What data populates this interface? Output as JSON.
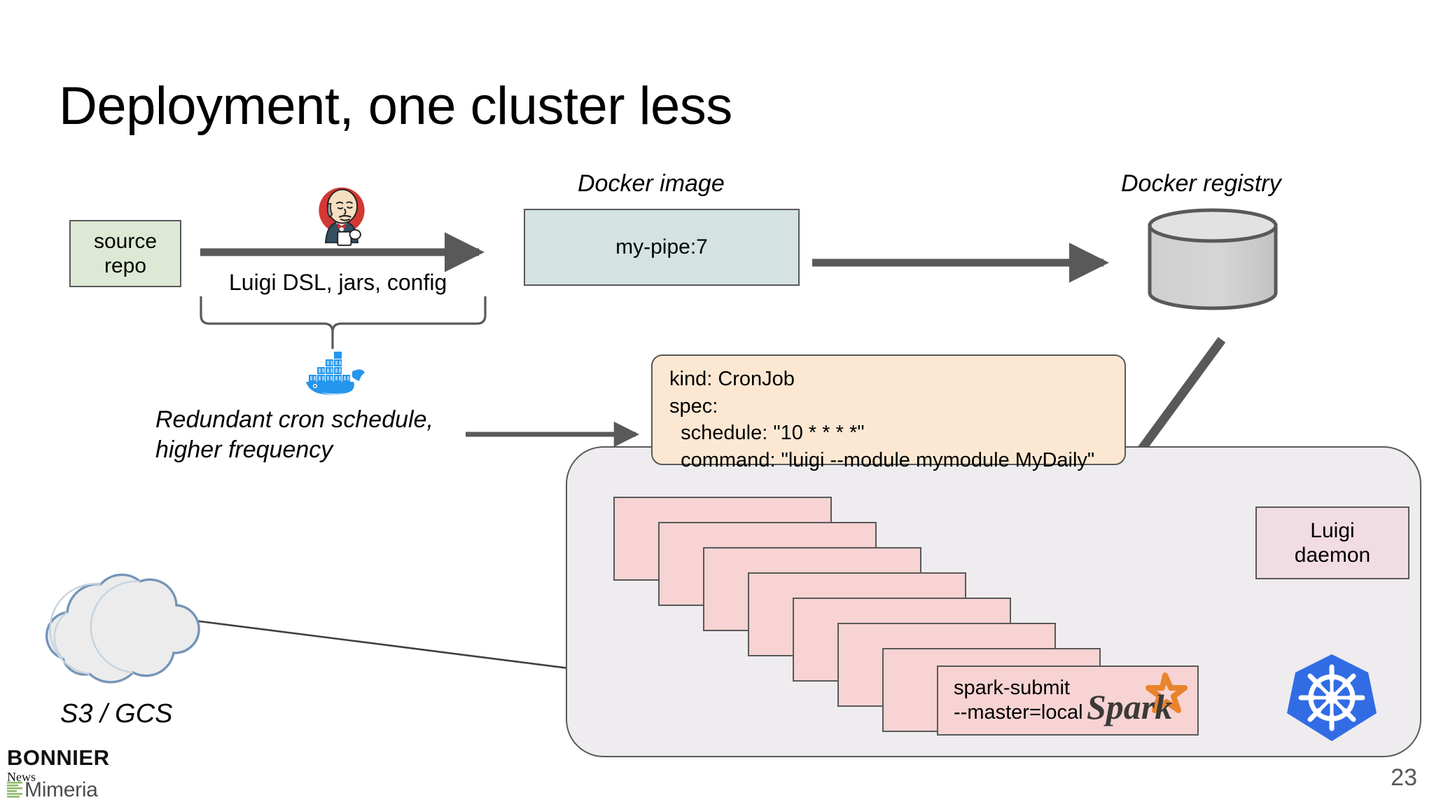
{
  "slide": {
    "title": "Deployment, one cluster less",
    "page_number": "23",
    "background_color": "#ffffff"
  },
  "nodes": {
    "source_repo": {
      "line1": "source",
      "line2": "repo",
      "fill": "#dde9d4",
      "stroke": "#595959"
    },
    "docker_image": {
      "label": "Docker image",
      "value": "my-pipe:7",
      "fill": "#d5e2e2",
      "stroke": "#595959"
    },
    "docker_registry": {
      "label": "Docker registry",
      "fill": "#d0d0d0",
      "stroke": "#595959"
    },
    "luigi_daemon": {
      "line1": "Luigi",
      "line2": "daemon",
      "fill": "#f2dce4",
      "stroke": "#595959"
    },
    "spark_submit": {
      "line1": "spark-submit",
      "line2": "--master=local",
      "logo_text": "Spark",
      "fill": "#f7d3d3",
      "stroke": "#595959"
    },
    "cloud_storage": {
      "label": "S3 / GCS",
      "fill": "#ebebeb",
      "stroke": "#7495b8"
    },
    "cluster": {
      "fill": "#eeecef",
      "stroke": "#595959"
    },
    "pod": {
      "fill": "#f7d3d3",
      "stroke": "#595959",
      "count": 7
    }
  },
  "labels": {
    "luigi_dsl_arrow": "Luigi DSL, jars, config",
    "redundant_cron_line1": "Redundant cron schedule,",
    "redundant_cron_line2": "higher frequency"
  },
  "cronjob_yaml": {
    "fill": "#fce8d2",
    "stroke": "#595959",
    "lines": [
      "kind: CronJob",
      "spec:",
      "  schedule: \"10 * * * *\"",
      "  command: \"luigi --module mymodule MyDaily\""
    ]
  },
  "icons": {
    "jenkins": "jenkins-butler-icon",
    "docker": "docker-whale-icon",
    "kubernetes": "kubernetes-helm-icon",
    "spark": "spark-star-icon"
  },
  "footer": {
    "bonnier_main": "BONNIER",
    "bonnier_sub": "News",
    "mimeria": "Mimeria",
    "mimeria_mark_color": "#8cb96b"
  },
  "colors": {
    "arrow_gray": "#595959",
    "line_gray": "#595959",
    "docker_blue": "#2496ed",
    "k8s_blue": "#326ce5",
    "spark_orange": "#e8842c",
    "spark_dark": "#3c3a39",
    "jenkins_red": "#d33833"
  }
}
